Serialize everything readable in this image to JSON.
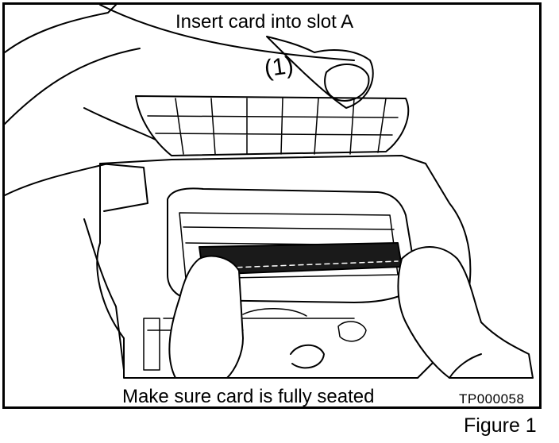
{
  "figure": {
    "instruction_top": "Insert card into slot A",
    "instruction_bottom": "Make sure card is fully seated",
    "step_marker": "(1)",
    "drawing_code": "TP000058",
    "caption": "Figure 1"
  },
  "colors": {
    "ink": "#000000",
    "paper": "#ffffff",
    "card_fill": "#1a1a1a"
  }
}
